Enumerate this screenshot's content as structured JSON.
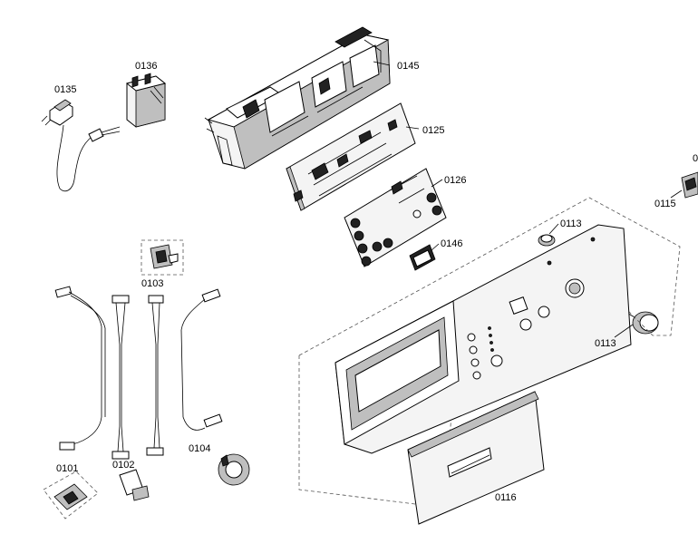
{
  "labels": {
    "p0101": "0101",
    "p0102": "0102",
    "p0103": "0103",
    "p0104": "0104",
    "p0113a": "0113",
    "p0113b": "0113",
    "p0115": "0115",
    "p0116": "0116",
    "p0125": "0125",
    "p0126": "0126",
    "p0135": "0135",
    "p0136": "0136",
    "p0145": "0145",
    "p0146": "0146",
    "pcut": "0"
  },
  "colors": {
    "line": "#000000",
    "fill": "#f4f4f4",
    "shade": "#bfbfbf",
    "dash": "#555555"
  }
}
